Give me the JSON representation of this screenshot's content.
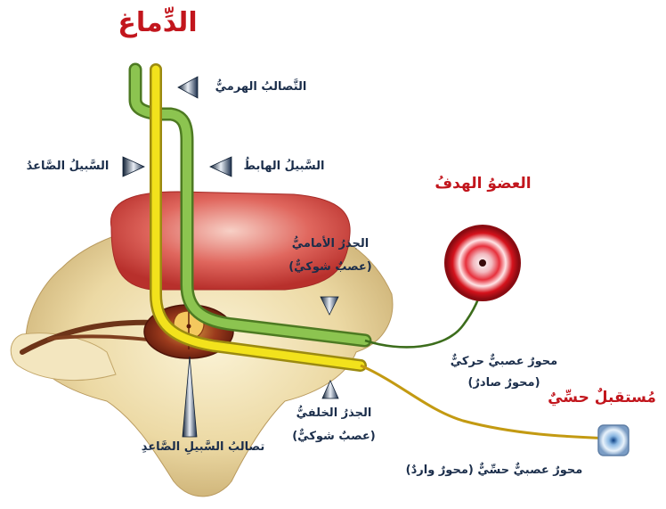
{
  "diagram": {
    "title": "الدِّماغ",
    "target_organ": "العضوُ الهدفُ",
    "sensory_receptor": "مُستقبلٌ حسِّيٌ",
    "labels": {
      "pyramidal_decussation": "التَّصالبُ الهرميُّ",
      "descending_tract": "السَّبيلُ الهابطُ",
      "ascending_tract": "السَّبيلُ الصَّاعدُ",
      "anterior_root": "الجذرُ الأماميُّ",
      "anterior_root_note": "(عصبٌ شوكيٌّ)",
      "motor_axon": "محورٌ عصبيٌّ حركيٌّ",
      "motor_axon_note": "(محورٌ صادرٌ)",
      "posterior_root": "الجذرُ الخلفيُّ",
      "posterior_root_note": "(عصبٌ شوكيٌّ)",
      "ascending_decussation": "تصالبُ السَّبيلِ الصَّاعدِ",
      "sensory_axon": "محورٌ عصبيٌّ حسِّيٌّ (محورٌ واردٌ)"
    }
  },
  "colors": {
    "motor_tract": "#8cc450",
    "sensory_tract": "#f2e21c",
    "title_red": "#c2161d",
    "label_navy": "#1a2d4a"
  }
}
